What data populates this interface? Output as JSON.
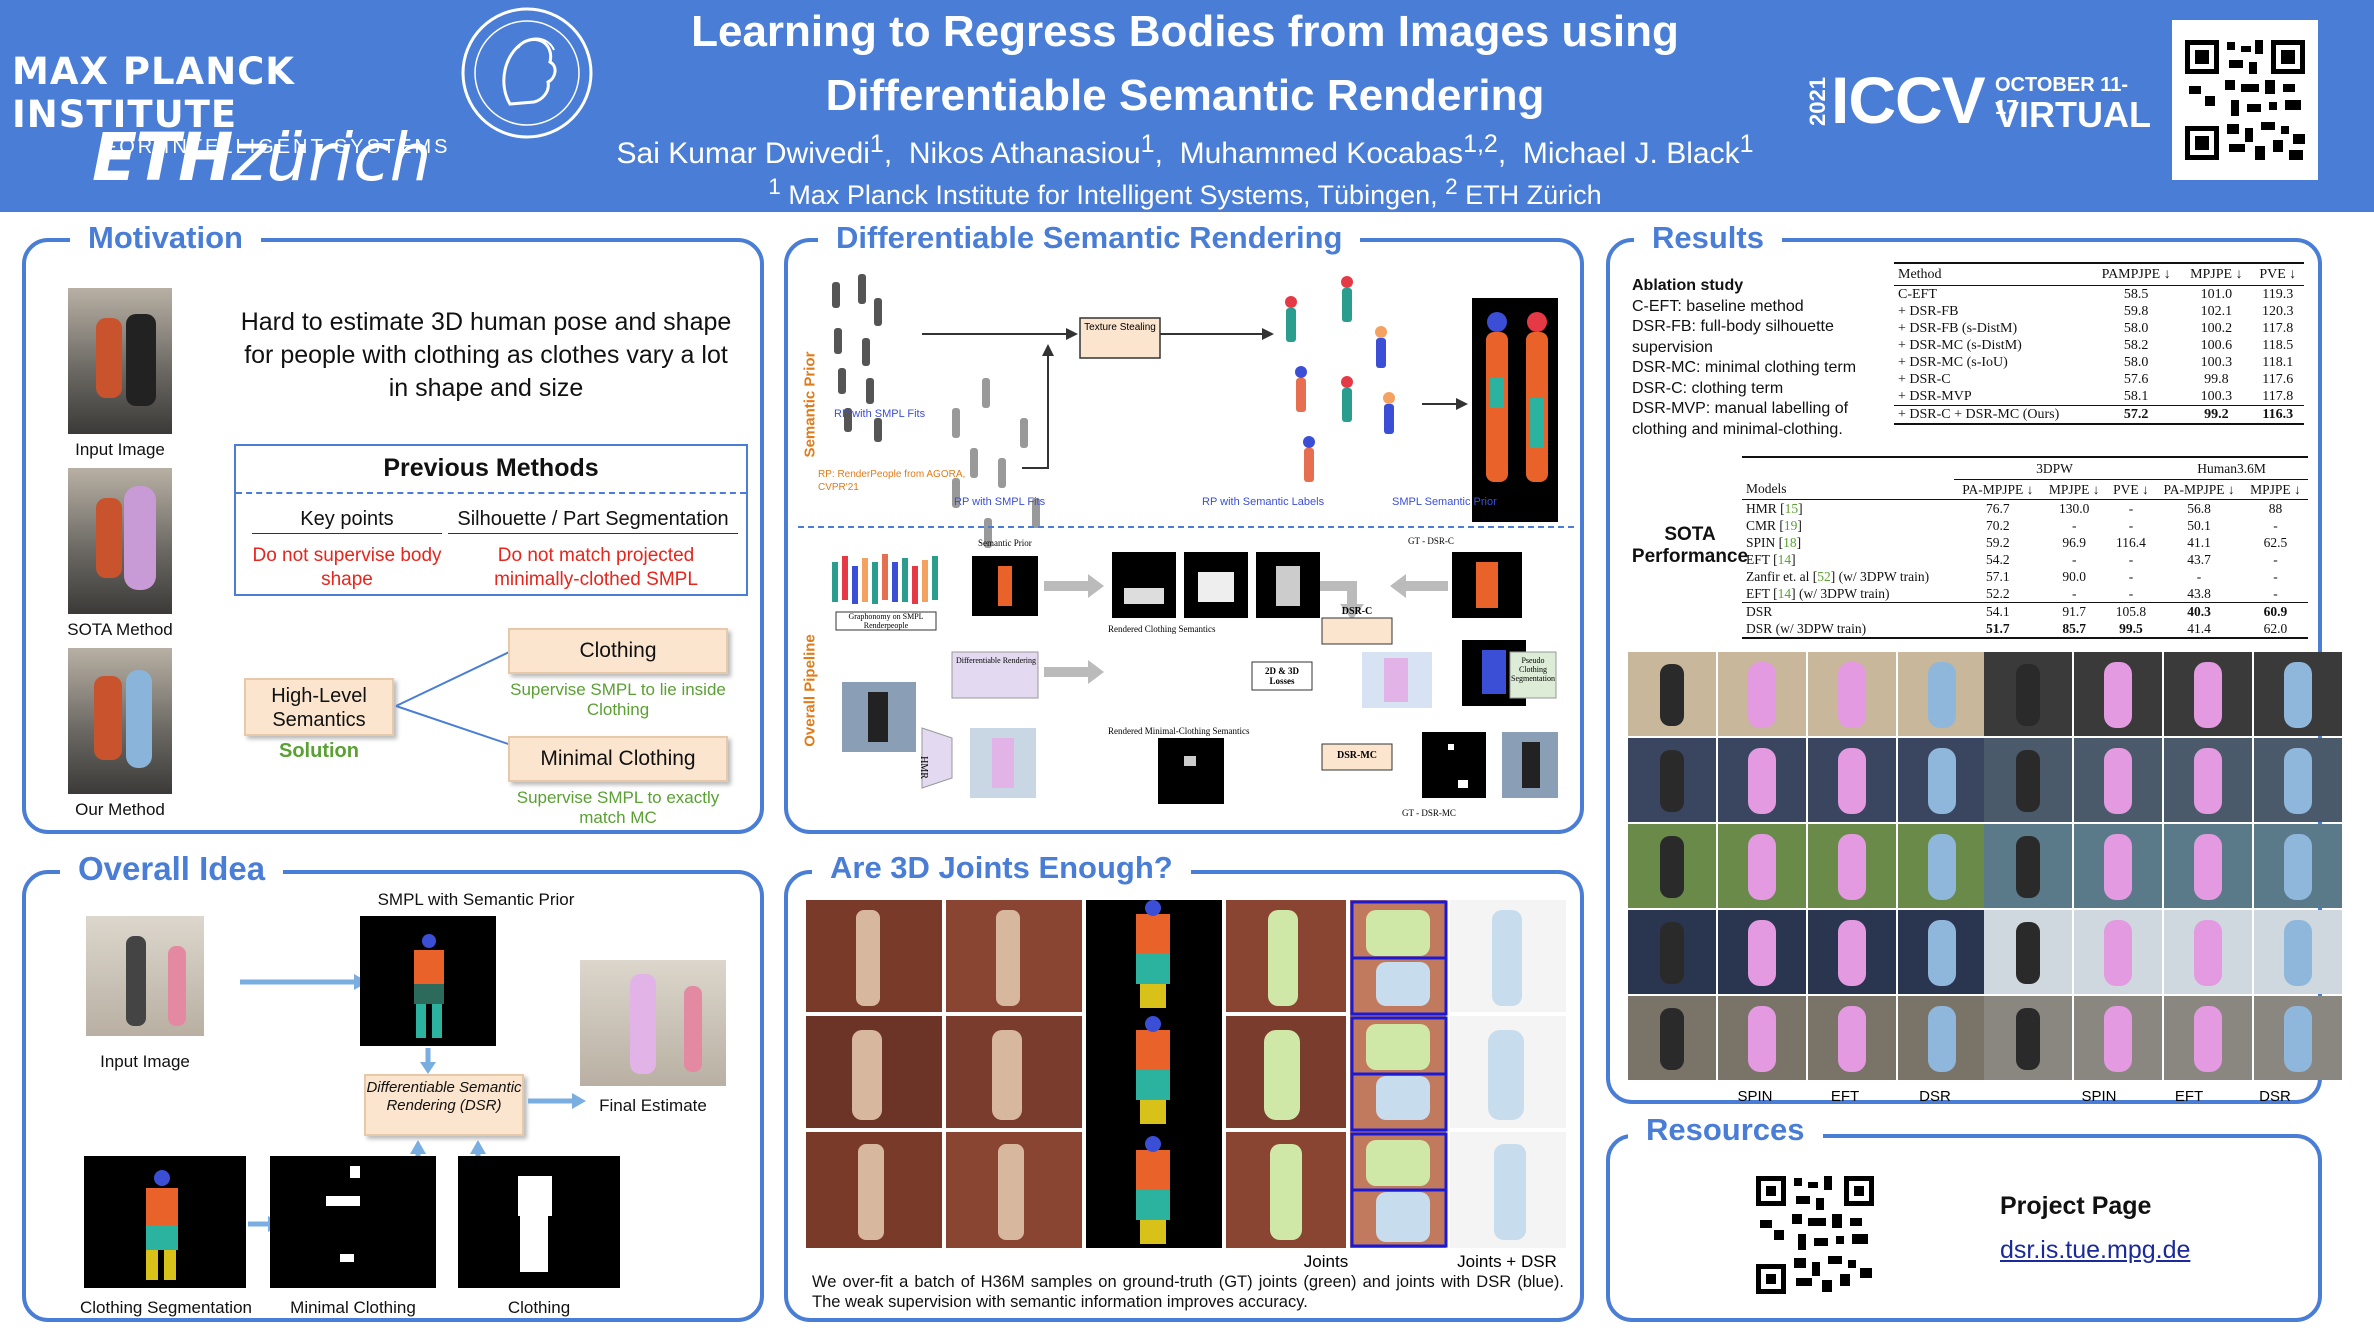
{
  "header": {
    "institute_line1": "MAX PLANCK INSTITUTE",
    "institute_line2": "FOR INTELLIGENT SYSTEMS",
    "eth_bold": "ETH",
    "eth_rest": "zürich",
    "title_line1": "Learning to Regress Bodies from Images using",
    "title_line2": "Differentiable Semantic Rendering",
    "authors": [
      {
        "name": "Sai Kumar Dwivedi",
        "sup": "1"
      },
      {
        "name": "Nikos Athanasiou",
        "sup": "1"
      },
      {
        "name": "Muhammed Kocabas",
        "sup": "1,2"
      },
      {
        "name": "Michael J. Black",
        "sup": "1"
      }
    ],
    "affil_sup1": "1",
    "affil_1": " Max Planck Institute for Intelligent Systems, Tübingen, ",
    "affil_sup2": "2",
    "affil_2": " ETH Zürich",
    "conf_year": "2021",
    "conf_name": "ICCV",
    "conf_dates": "OCTOBER 11-17",
    "conf_mode": "VIRTUAL"
  },
  "motivation": {
    "title": "Motivation",
    "statement": "Hard to estimate 3D human pose and shape for people with clothing as clothes vary a lot in shape and size",
    "img_captions": [
      "Input Image",
      "SOTA Method",
      "Our Method"
    ],
    "previous_title": "Previous Methods",
    "col1_head": "Key points",
    "col2_head": "Silhouette / Part Segmentation",
    "col1_text": "Do not supervise body shape",
    "col2_text": "Do not match projected minimally-clothed SMPL",
    "solution_box": "High-Level Semantics",
    "solution_label": "Solution",
    "clothing_box": "Clothing",
    "clothing_text": "Supervise SMPL to lie inside Clothing",
    "minimal_box": "Minimal Clothing",
    "minimal_text": "Supervise SMPL to exactly match MC"
  },
  "dsr": {
    "title": "Differentiable Semantic Rendering",
    "side_prior": "Semantic Prior",
    "side_pipeline": "Overall Pipeline",
    "rp_smpl_fits": "RP with SMPL Fits",
    "rp_source": "RP: RenderPeople from AGORA, CVPR'21",
    "texture_stealing": "Texture Stealing",
    "rp_smpl_fits_2": "RP with SMPL Fits",
    "rp_semantic_labels": "RP with Semantic Labels",
    "smpl_semantic_prior": "SMPL Semantic Prior",
    "pipe_semantic_prior": "Semantic Prior",
    "pipe_gt_dsr_c": "GT - DSR-C",
    "pipe_graphonomy": "Graphonomy on SMPL Renderpeople",
    "pipe_diff_render": "Differentiable Rendering",
    "pipe_rendered_clothing": "Rendered Clothing Semantics",
    "pipe_dsr_c": "DSR-C",
    "pipe_losses": "2D & 3D Losses",
    "pipe_pseudo": "Pseudo Clothing Segmentation",
    "pipe_hmr": "HMR",
    "pipe_rendered_mc": "Rendered Minimal-Clothing Semantics",
    "pipe_dsr_mc": "DSR-MC",
    "pipe_gt_dsr_mc": "GT - DSR-MC"
  },
  "results": {
    "title": "Results",
    "ablation_title": "Ablation study",
    "ablation_lines": [
      "C-EFT: baseline method",
      "DSR-FB: full-body silhouette supervision",
      "DSR-MC: minimal clothing term",
      "DSR-C: clothing term",
      "DSR-MVP: manual labelling of clothing and minimal-clothing."
    ],
    "ablation_header": [
      "Method",
      "PAMPJPE ↓",
      "MPJPE ↓",
      "PVE ↓"
    ],
    "ablation_rows": [
      [
        "C-EFT",
        "58.5",
        "101.0",
        "119.3"
      ],
      [
        "+ DSR-FB",
        "59.8",
        "102.1",
        "120.3"
      ],
      [
        "+ DSR-FB (s-DistM)",
        "58.0",
        "100.2",
        "117.8"
      ],
      [
        "+ DSR-MC (s-DistM)",
        "58.2",
        "100.6",
        "118.5"
      ],
      [
        "+ DSR-MC (s-IoU)",
        "58.0",
        "100.3",
        "118.1"
      ],
      [
        "+ DSR-C",
        "57.6",
        "99.8",
        "117.6"
      ],
      [
        "+ DSR-MVP",
        "58.1",
        "100.3",
        "117.8"
      ],
      [
        "+ DSR-C + DSR-MC (Ours)",
        "57.2",
        "99.2",
        "116.3"
      ]
    ],
    "sota_label_1": "SOTA",
    "sota_label_2": "Performance",
    "sota_group_1": "3DPW",
    "sota_group_2": "Human3.6M",
    "sota_header": [
      "Models",
      "PA-MPJPE ↓",
      "MPJPE ↓",
      "PVE ↓",
      "PA-MPJPE ↓",
      "MPJPE ↓"
    ],
    "sota_rows": [
      [
        "HMR",
        "15",
        "",
        "76.7",
        "130.0",
        "-",
        "56.8",
        "88"
      ],
      [
        "CMR",
        "19",
        "",
        "70.2",
        "-",
        "-",
        "50.1",
        "-"
      ],
      [
        "SPIN",
        "18",
        "",
        "59.2",
        "96.9",
        "116.4",
        "41.1",
        "62.5"
      ],
      [
        "EFT",
        "14",
        "",
        "54.2",
        "-",
        "-",
        "43.7",
        "-"
      ],
      [
        "Zanfir et. al",
        "52",
        " (w/ 3DPW train)",
        "57.1",
        "90.0",
        "-",
        "-",
        "-"
      ],
      [
        "EFT",
        "14",
        " (w/ 3DPW train)",
        "52.2",
        "-",
        "-",
        "43.8",
        "-"
      ]
    ],
    "sota_dsr_rows": [
      [
        "DSR",
        "54.1",
        "91.7",
        "105.8",
        "40.3",
        "60.9"
      ],
      [
        "DSR (w/ 3DPW train)",
        "51.7",
        "85.7",
        "99.5",
        "41.4",
        "62.0"
      ]
    ],
    "grid_captions": [
      "SPIN",
      "EFT",
      "DSR",
      "SPIN",
      "EFT",
      "DSR"
    ]
  },
  "overall_idea": {
    "title": "Overall Idea",
    "smpl_prior": "SMPL with Semantic Prior",
    "input_image": "Input Image",
    "dsr_box": "Differentiable Semantic Rendering (DSR)",
    "final_estimate": "Final Estimate",
    "clothing_seg": "Clothing Segmentation",
    "minimal_clothing": "Minimal Clothing",
    "clothing": "Clothing"
  },
  "joints": {
    "title": "Are 3D Joints Enough?",
    "label_joints": "Joints",
    "label_joints_dsr": "Joints + DSR",
    "caption": "We over-fit a batch of H36M samples on ground-truth (GT) joints (green) and joints with DSR (blue). The weak supervision with semantic information improves accuracy."
  },
  "resources": {
    "title": "Resources",
    "project_page": "Project Page",
    "link": "dsr.is.tue.mpg.de"
  },
  "colors": {
    "accent": "#4a7ed6",
    "red": "#e8241b",
    "green": "#5aa033",
    "peach": "#fbe5cf"
  }
}
